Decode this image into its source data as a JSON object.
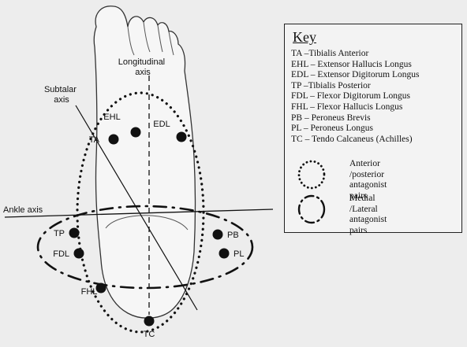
{
  "colors": {
    "background": "#ededed",
    "ink": "#111111",
    "foot_fill": "#f6f6f6"
  },
  "axes": {
    "longitudinal": "Longitudinal\naxis",
    "subtalar": "Subtalar\naxis",
    "ankle": "Ankle axis"
  },
  "muscles": [
    {
      "label": "EHL"
    },
    {
      "label": "EDL"
    },
    {
      "label": "TA"
    },
    {
      "label": "TP"
    },
    {
      "label": "PB"
    },
    {
      "label": "FDL"
    },
    {
      "label": "PL"
    },
    {
      "label": "FHL"
    },
    {
      "label": "TC"
    }
  ],
  "key": {
    "title": "Key",
    "items": [
      "TA –Tibialis Anterior",
      "EHL – Extensor Hallucis Longus",
      "EDL – Extensor Digitorum Longus",
      "TP –Tibialis Posterior",
      "FDL – Flexor Digitorum Longus",
      "FHL – Flexor Hallucis Longus",
      "PB – Peroneus Brevis",
      "PL – Peroneus Longus",
      "TC – Tendo Calcaneus (Achilles)"
    ],
    "legend": [
      {
        "icon": "dotted-ellipse-icon",
        "text": "Anterior /posterior\nantagonist pairs"
      },
      {
        "icon": "dash-dot-ellipse-icon",
        "text": "Medial /Lateral\nantagonist pairs"
      }
    ]
  }
}
